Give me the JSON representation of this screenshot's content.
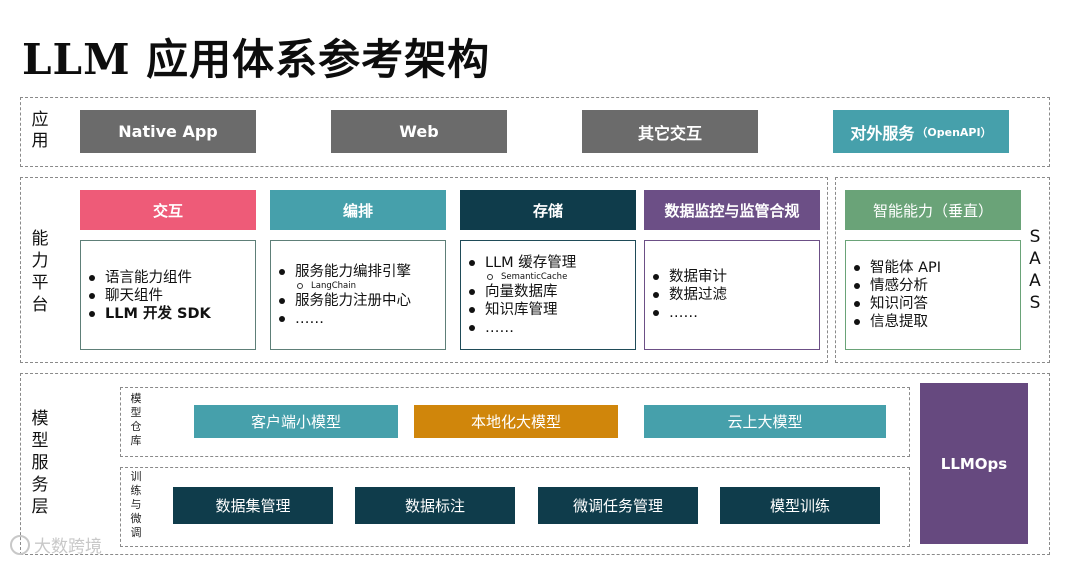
{
  "title": "LLM 应用体系参考架构",
  "layers": {
    "app": {
      "label": "应\n用",
      "buttons": {
        "native": "Native App",
        "web": "Web",
        "other": "其它交互",
        "openapi": "对外服务",
        "openapi_sub": "（OpenAPI）"
      }
    },
    "platform": {
      "label": "能\n力\n平\n台",
      "saas": "S\nA\nA\nS",
      "sections": {
        "interaction": {
          "header": "交互",
          "items": [
            "语言能力组件",
            "聊天组件",
            "LLM 开发 SDK"
          ]
        },
        "orchestration": {
          "header": "编排",
          "items": [
            "服务能力编排引擎",
            "LangChain",
            "服务能力注册中心",
            "……"
          ]
        },
        "storage": {
          "header": "存储",
          "items": [
            "LLM 缓存管理",
            "SemanticCache",
            "向量数据库",
            "知识库管理",
            "……"
          ]
        },
        "monitoring": {
          "header": "数据监控与监管合规",
          "items": [
            "数据审计",
            "数据过滤",
            "……"
          ]
        },
        "intelligence": {
          "header": "智能能力（垂直）",
          "items": [
            "智能体 API",
            "情感分析",
            "知识问答",
            "信息提取"
          ]
        }
      }
    },
    "model": {
      "label": "模\n型\n服\n务\n层",
      "repo": {
        "label": "模\n型\n仓\n库",
        "items": [
          "客户端小模型",
          "本地化大模型",
          "云上大模型"
        ]
      },
      "training": {
        "label": "训\n练\n与\n微\n调",
        "items": [
          "数据集管理",
          "数据标注",
          "微调任务管理",
          "模型训练"
        ]
      },
      "llmops": "LLMOps"
    }
  },
  "watermark": "大数跨境",
  "colors": {
    "gray": "#6b6b6b",
    "teal": "#46a0ab",
    "pink": "#ee5b78",
    "navy": "#0f3c4b",
    "purple": "#6c4f86",
    "green": "#6aa378",
    "orange": "#d0860b"
  }
}
